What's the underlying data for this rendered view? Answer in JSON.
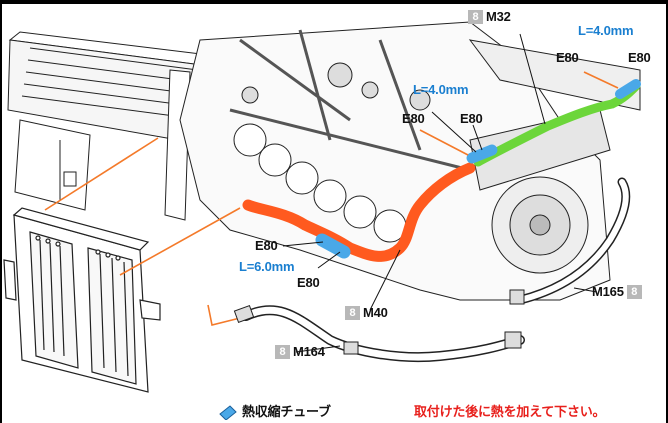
{
  "labels": {
    "m32": "M32",
    "m40": "M40",
    "m164": "M164",
    "m165": "M165",
    "step": "8",
    "e80": "E80",
    "l40": "L=4.0mm",
    "l60": "L=6.0mm"
  },
  "legend": {
    "shrink_tube": "熱収縮チューブ",
    "note": "取付けた後に熱を加えて下さい。"
  },
  "colors": {
    "orange_hose": "#ff5a1f",
    "green_hose": "#6cd63a",
    "blue_tube": "#4aa8e8",
    "callout_orange": "#f47a2a",
    "note_red": "#e8201c"
  }
}
